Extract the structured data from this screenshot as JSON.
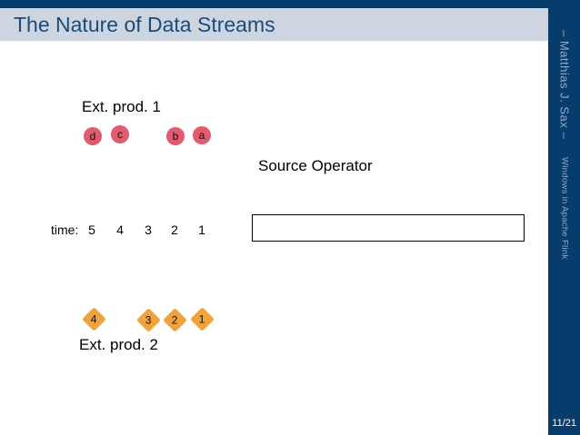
{
  "slide": {
    "title": "The Nature of Data Streams",
    "page_number": "11/21"
  },
  "sidebar": {
    "author": "– Matthias J. Sax –",
    "deck_title": "Windows in Apache Flink"
  },
  "diagram": {
    "stream1_label": "Ext. prod. 1",
    "stream2_label": "Ext. prod. 2",
    "operator_label": "Source Operator",
    "time_label": "time:",
    "time_ticks": [
      "5",
      "4",
      "3",
      "2",
      "1"
    ],
    "stream1_records": [
      "d",
      "c",
      "b",
      "a"
    ],
    "stream2_records": [
      "4",
      "3",
      "2",
      "1"
    ]
  },
  "colors": {
    "navy": "#073D6D",
    "title-bar-bg": "#CDD6E0",
    "title-text": "#1C4B7B",
    "sidebar-text": "#96ABC6",
    "record-pink": "#E25A6E",
    "record-orange": "#F0A23E"
  }
}
